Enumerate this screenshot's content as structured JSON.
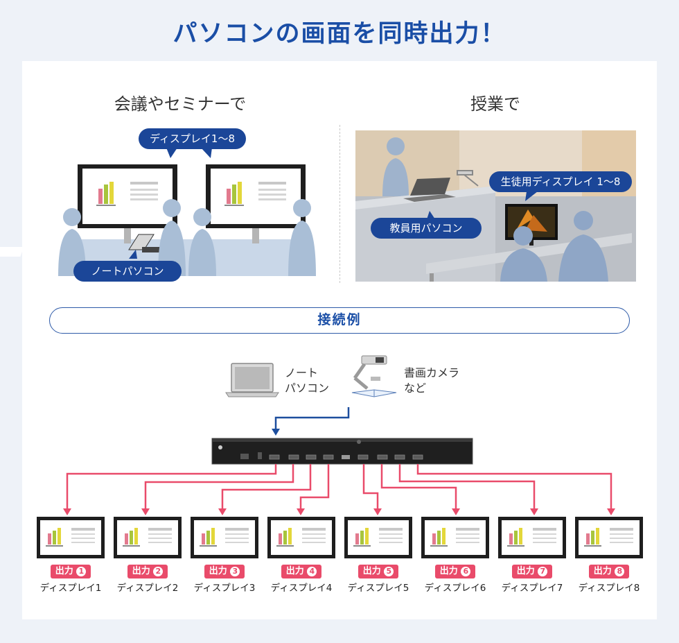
{
  "header": {
    "title": "パソコンの画面を同時出力！"
  },
  "scene_left": {
    "title": "会議やセミナーで",
    "bubble_displays": "ディスプレイ1〜8",
    "bubble_laptop": "ノートパソコン"
  },
  "scene_right": {
    "title": "授業で",
    "bubble_student": "生徒用ディスプレイ 1〜8",
    "bubble_teacher": "教員用パソコン"
  },
  "connection": {
    "label": "接続例",
    "source_laptop": [
      "ノート",
      "パソコン"
    ],
    "source_camera": [
      "書画カメラ",
      "など"
    ]
  },
  "outputs": [
    {
      "badge": "出力",
      "num": "1",
      "name": "ディスプレイ1"
    },
    {
      "badge": "出力",
      "num": "2",
      "name": "ディスプレイ2"
    },
    {
      "badge": "出力",
      "num": "3",
      "name": "ディスプレイ3"
    },
    {
      "badge": "出力",
      "num": "4",
      "name": "ディスプレイ4"
    },
    {
      "badge": "出力",
      "num": "5",
      "name": "ディスプレイ5"
    },
    {
      "badge": "出力",
      "num": "6",
      "name": "ディスプレイ6"
    },
    {
      "badge": "出力",
      "num": "7",
      "name": "ディスプレイ7"
    },
    {
      "badge": "出力",
      "num": "8",
      "name": "ディスプレイ8"
    }
  ],
  "colors": {
    "title_blue": "#1a4ea6",
    "bubble_navy": "#1b4698",
    "output_red": "#e94b6a",
    "input_blue": "#1d4e9e"
  }
}
